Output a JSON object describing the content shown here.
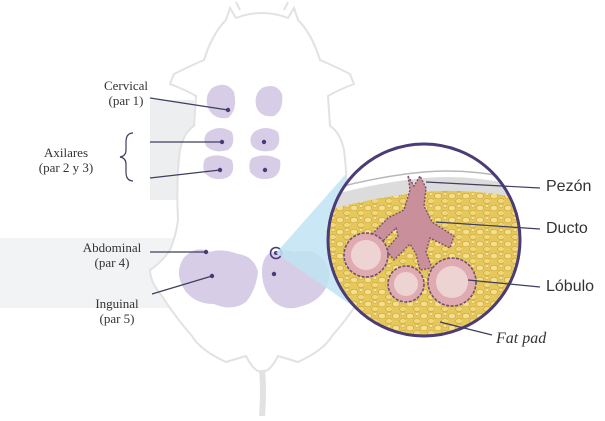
{
  "labels": {
    "cervical": "Cervical",
    "cervical_pair": "(par 1)",
    "axilares": "Axilares",
    "axilares_pair": "(par 2 y 3)",
    "abdominal": "Abdominal",
    "abdominal_pair": "(par 4)",
    "inguinal": "Inguinal",
    "inguinal_pair": "(par 5)",
    "pezon": "Pezón",
    "ducto": "Ducto",
    "lobulo": "Lóbulo",
    "fat_pad": "Fat pad"
  },
  "colors": {
    "gland": "#d7cde4",
    "gland_dot": "#4a3a78",
    "body_fill": "#ffffff",
    "body_outline": "#e4e4e4",
    "side_panel": "#e8eaeb",
    "fat": "#e3c65a",
    "fat_dark": "#c9a238",
    "skin": "#d9d9d9",
    "duct": "#c58e98",
    "lobule": "#d9a8ad",
    "lobule_inner": "#efd6d4",
    "beam": "#b6dff0",
    "circle_border": "#4b3b77",
    "leader": "#3e3e5e"
  }
}
